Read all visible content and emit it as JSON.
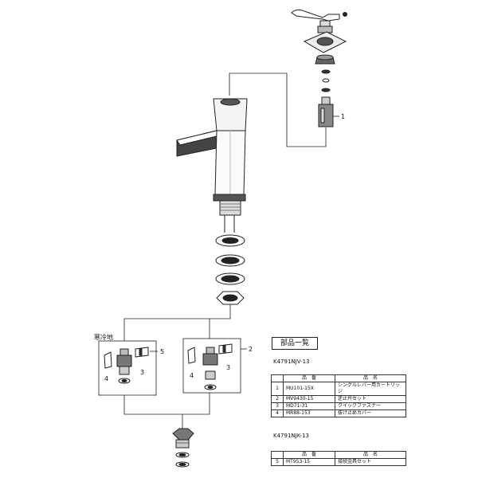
{
  "labels": {
    "cold_region": "寒冷地",
    "callout_1": "1",
    "callout_2": "2",
    "callout_3a": "3",
    "callout_3b": "3",
    "callout_4a": "4",
    "callout_4b": "4",
    "callout_5": "5"
  },
  "parts_list": {
    "title": "部品一覧",
    "model_1": "K4791NJV-13",
    "model_2": "K4791NJK-13",
    "header_code": "品　番",
    "header_name": "品　名",
    "table1": [
      {
        "no": "1",
        "code": "MU101-15X",
        "name": "シングルレバー用カートリッジ"
      },
      {
        "no": "2",
        "code": "MV9430-15",
        "name": "逆止弁セット"
      },
      {
        "no": "3",
        "code": "MD71-31",
        "name": "クイックファスナー"
      },
      {
        "no": "4",
        "code": "MR88-153",
        "name": "抜け止めカバー"
      }
    ],
    "table2": [
      {
        "no": "5",
        "code": "MT953-15",
        "name": "接続金具セット"
      }
    ]
  }
}
